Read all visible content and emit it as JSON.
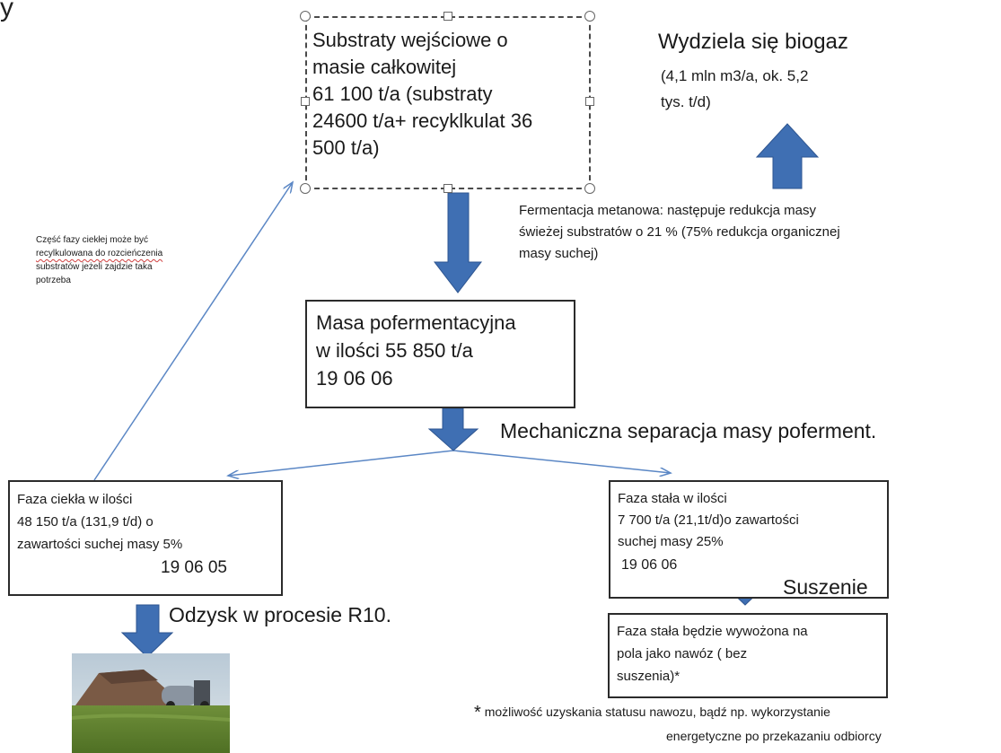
{
  "top_left_label": "y",
  "input_box": {
    "lines": [
      "Substraty wejściowe o",
      "masie całkowitej",
      "61 100 t/a (substraty",
      "24600 t/a+ recyklkulat 36",
      "500 t/a)"
    ]
  },
  "biogas": {
    "title": "Wydziela się biogaz",
    "detail_lines": [
      "(4,1 mln m3/a, ok. 5,2",
      "tys. t/d)"
    ]
  },
  "fermentation_note": {
    "lines": [
      "Fermentacja metanowa: następuje redukcja masy",
      "świeżej substratów o 21 % (75% redukcja organicznej",
      "masy suchej)"
    ]
  },
  "recycle_note": {
    "lines": [
      "Część fazy ciekłej może być",
      "recylkulowana do rozcieńczenia",
      "substratów jeżeli zajdzie taka",
      "potrzeba"
    ]
  },
  "digestate_box": {
    "lines": [
      "Masa pofermentacyjna",
      "w ilości 55 850 t/a",
      "19 06 06"
    ]
  },
  "separation_label": "Mechaniczna separacja masy poferment.",
  "liquid_box": {
    "lines": [
      "Faza ciekła w ilości",
      "48 150 t/a (131,9 t/d)  o",
      "zawartości suchej masy 5%"
    ],
    "code": "19 06 05"
  },
  "solid_box": {
    "lines": [
      "Faza stała  w ilości",
      "7 700 t/a (21,1t/d)o zawartości",
      "suchej masy 25%"
    ],
    "code": "19 06 06"
  },
  "drying_label": "Suszenie",
  "recovery_label": "Odzysk w procesie R10.",
  "fertilizer_box": {
    "lines": [
      "Faza stała będzie wywożona na",
      "pola jako nawóz ( bez",
      "suszenia)*"
    ]
  },
  "footnote": {
    "star": "*",
    "line1": "możliwość uzyskania statusu nawozu, bądź np. wykorzystanie",
    "line2": "energetyczne po przekazaniu odbiorcy"
  },
  "colors": {
    "arrow_fill": "#3f6fb3",
    "arrow_stroke": "#2e5590",
    "thin_arrow": "#5b87c5",
    "box_border": "#2b2b2b"
  }
}
